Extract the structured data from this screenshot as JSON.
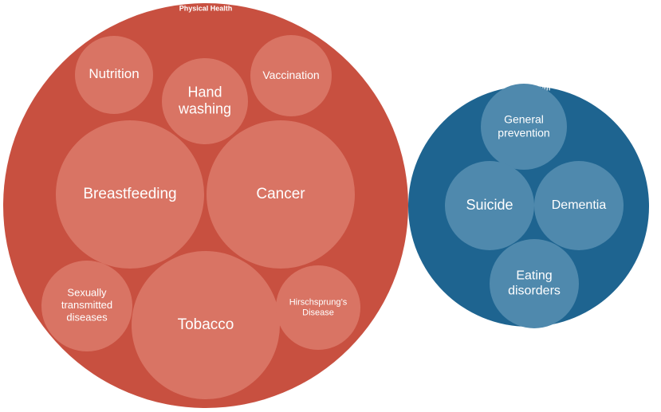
{
  "colors": {
    "physical_group": "#c85040",
    "physical_item": "#d97464",
    "mental_group": "#1e6490",
    "mental_item": "#4f89ad",
    "label": "#ffffff"
  },
  "groups": [
    {
      "label": "Physical Health",
      "items": [
        {
          "label": "Nutrition"
        },
        {
          "label": "Hand washing"
        },
        {
          "label": "Vaccination"
        },
        {
          "label": "Breastfeeding"
        },
        {
          "label": "Cancer"
        },
        {
          "label": "Sexually transmitted diseases"
        },
        {
          "label": "Tobacco"
        },
        {
          "label": "Hirschsprung's Disease"
        }
      ]
    },
    {
      "label": "Mental health",
      "items": [
        {
          "label": "General prevention"
        },
        {
          "label": "Suicide"
        },
        {
          "label": "Dementia"
        },
        {
          "label": "Eating disorders"
        }
      ]
    }
  ]
}
